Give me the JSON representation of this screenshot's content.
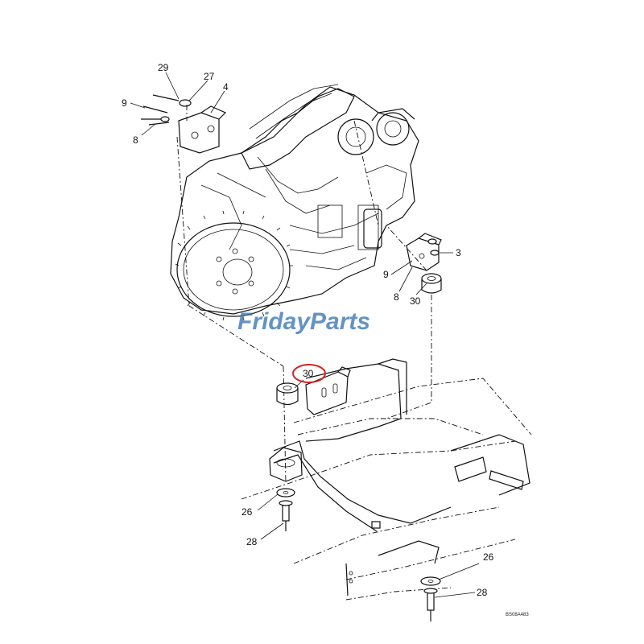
{
  "diagram": {
    "reference_code": "BS08A483",
    "watermark": "FridayParts",
    "watermark_colors": {
      "primary": "#2f6fb0",
      "accent": "#f2a51c"
    },
    "highlight_color": "#d62020",
    "callouts": {
      "c29": "29",
      "c27": "27",
      "c4": "4",
      "c9a": "9",
      "c8a": "8",
      "c3": "3",
      "c9b": "9",
      "c8b": "8",
      "c30a": "30",
      "c30b": "30",
      "c26a": "26",
      "c28a": "28",
      "c26b": "26",
      "c28b": "28"
    },
    "highlighted_callout": "30"
  }
}
